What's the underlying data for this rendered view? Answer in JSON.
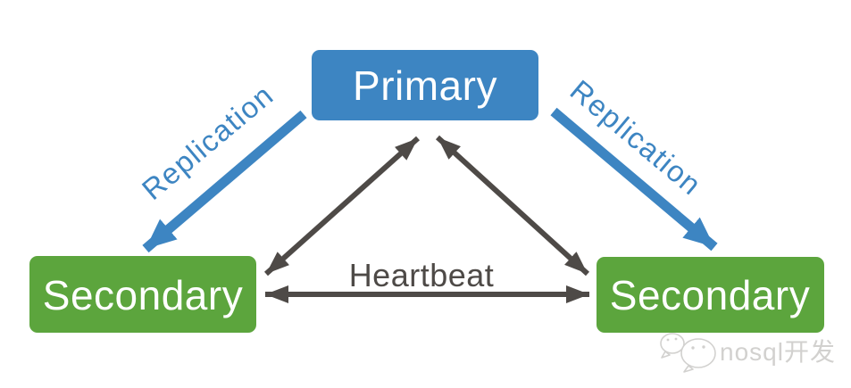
{
  "diagram": {
    "type": "mongodb-replica-set-topology",
    "nodes": {
      "primary": {
        "label": "Primary"
      },
      "secondary_left": {
        "label": "Secondary"
      },
      "secondary_right": {
        "label": "Secondary"
      }
    },
    "edges": {
      "replication_left": {
        "label": "Replication",
        "from": "Primary",
        "to": "Secondary (left)",
        "direction": "one-way"
      },
      "replication_right": {
        "label": "Replication",
        "from": "Primary",
        "to": "Secondary (right)",
        "direction": "one-way"
      },
      "heartbeat": {
        "label": "Heartbeat",
        "direction": "two-way"
      }
    },
    "watermark": {
      "icon": "wechat-icon",
      "text": "nosql开发"
    }
  },
  "colors": {
    "node_blue": "#3d85c2",
    "node_green": "#5ca53d",
    "arrow_blue": "#3d85c2",
    "arrow_dark": "#4e4a47",
    "label_dark": "#4e4a47",
    "watermark_gray": "#d2d1cf",
    "white": "#ffffff"
  }
}
